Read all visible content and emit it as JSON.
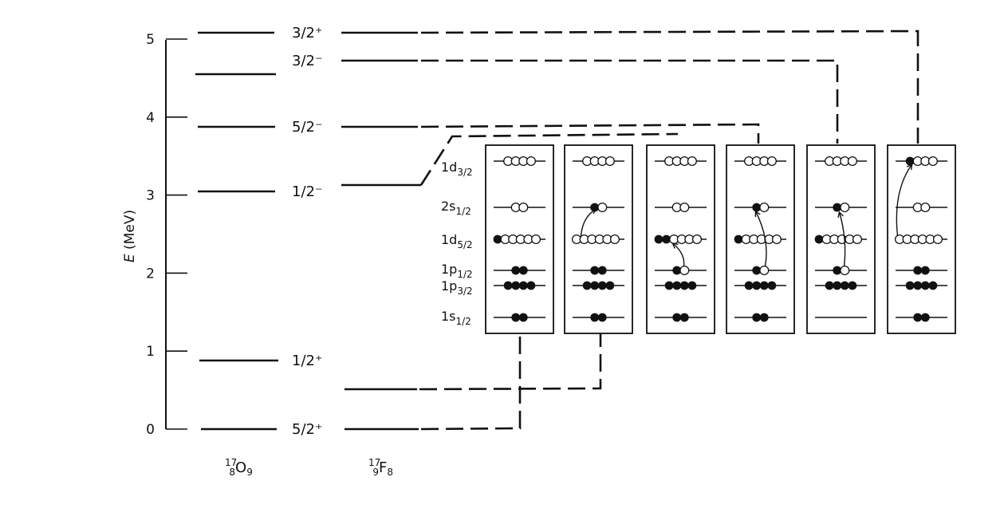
{
  "y_axis": {
    "label": "E",
    "unit": "(MeV)",
    "ticks": [
      "0",
      "1",
      "2",
      "3",
      "4",
      "5"
    ]
  },
  "nuclides": [
    {
      "mass": "17",
      "atomic": "8",
      "symbol": "O",
      "neutrons": "9"
    },
    {
      "mass": "17",
      "atomic": "9",
      "symbol": "F",
      "neutrons": "8"
    }
  ],
  "o17_levels_mev": [
    0,
    0.87,
    3.06,
    3.85,
    4.55,
    5.08
  ],
  "f17_levels_mev": [
    0,
    0.5,
    3.1
  ],
  "states": [
    {
      "label": "5/2⁺",
      "energy_mev": 0
    },
    {
      "label": "1/2⁺",
      "energy_mev": 0.87
    },
    {
      "label": "1/2⁻",
      "energy_mev": 3.06
    },
    {
      "label": "5/2⁻",
      "energy_mev": 3.84
    },
    {
      "label": "3/2⁻",
      "energy_mev": 4.55
    },
    {
      "label": "3/2⁺",
      "energy_mev": 5.08
    }
  ],
  "orbitals": [
    {
      "name": "1d",
      "j": "3/2",
      "capacity": 4
    },
    {
      "name": "2s",
      "j": "1/2",
      "capacity": 2
    },
    {
      "name": "1d",
      "j": "5/2",
      "capacity": 6
    },
    {
      "name": "1p",
      "j": "1/2",
      "capacity": 2
    },
    {
      "name": "1p",
      "j": "3/2",
      "capacity": 4
    },
    {
      "name": "1s",
      "j": "1/2",
      "capacity": 2
    }
  ],
  "configurations": [
    {
      "occupancy": [
        0,
        0,
        1,
        2,
        4,
        2
      ],
      "arrow": null
    },
    {
      "occupancy": [
        0,
        1,
        0,
        2,
        4,
        2
      ],
      "arrow": "1d5/2 → 2s1/2"
    },
    {
      "occupancy": [
        0,
        0,
        2,
        1,
        4,
        2
      ],
      "arrow": "1p1/2 → 1d5/2"
    },
    {
      "occupancy": [
        0,
        1,
        1,
        1,
        4,
        2
      ],
      "arrow": "1p1/2 → 2s1/2"
    },
    {
      "occupancy": [
        0,
        1,
        1,
        1,
        4,
        0
      ],
      "arrow": "1p1/2 → 2s1/2"
    },
    {
      "occupancy": [
        1,
        0,
        0,
        2,
        4,
        2
      ],
      "arrow": "1d5/2 → 1d3/2"
    }
  ],
  "colors": {
    "ink": "#111111",
    "background": "#ffffff"
  }
}
